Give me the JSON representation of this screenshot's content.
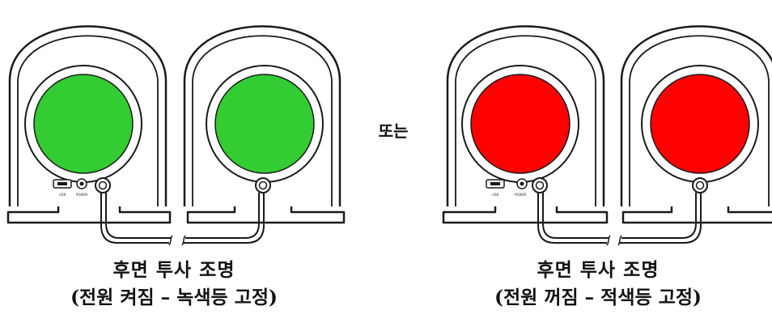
{
  "separator_label": "또는",
  "panels": [
    {
      "lighting_color": "#33cc33",
      "ports": {
        "usb_label": "USB",
        "power_label": "POWER"
      },
      "caption_title": "후면 투사 조명",
      "caption_detail": "(전원 켜짐 – 녹색등 고정)"
    },
    {
      "lighting_color": "#ff0000",
      "ports": {
        "usb_label": "USB",
        "power_label": "POWER"
      },
      "caption_title": "후면 투사 조명",
      "caption_detail": "(전원 꺼짐 – 적색등 고정)"
    }
  ]
}
